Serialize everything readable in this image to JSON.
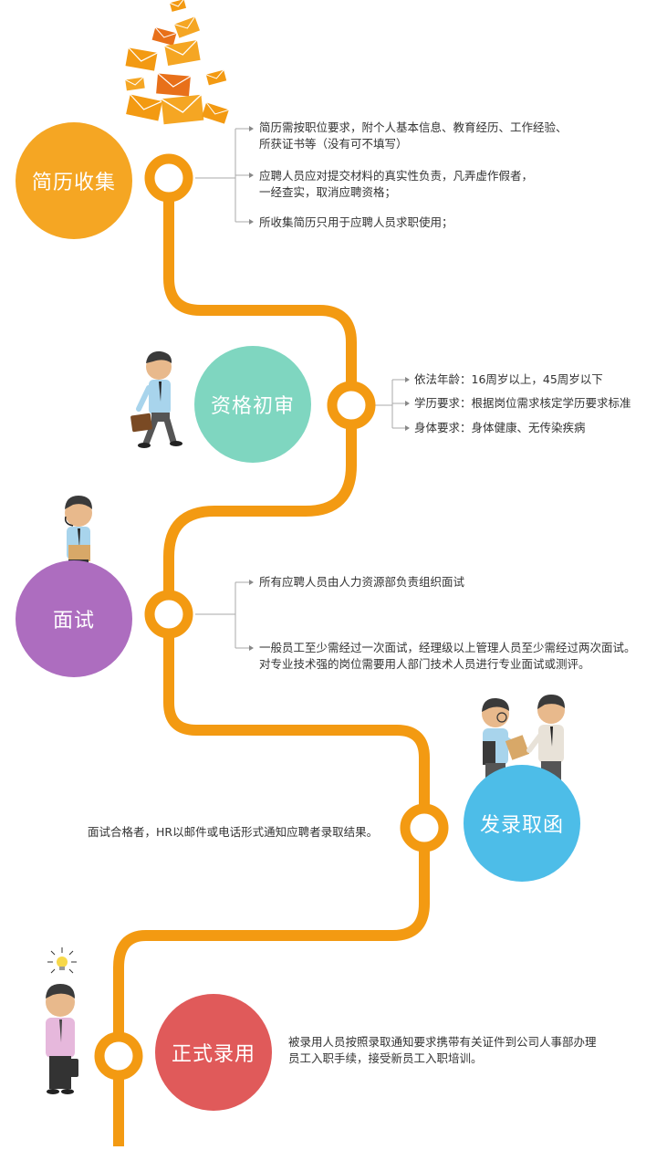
{
  "colors": {
    "path": "#f39a12",
    "step1": "#f5a623",
    "step2": "#7fd6c0",
    "step3": "#ad6dbf",
    "step4": "#4dbde8",
    "step5": "#e05a5a",
    "text": "#333333",
    "connector": "#aaaaaa"
  },
  "steps": [
    {
      "title": "简历收集",
      "items": [
        [
          "简历需按职位要求，附个人基本信息、教育经历、工作经验、",
          "所获证书等（没有可不填写）"
        ],
        [
          "应聘人员应对提交材料的真实性负责，凡弄虚作假者，",
          "一经查实，取消应聘资格；"
        ],
        [
          "所收集简历只用于应聘人员求职使用；"
        ]
      ]
    },
    {
      "title": "资格初审",
      "items": [
        [
          "依法年龄：16周岁以上，45周岁以下"
        ],
        [
          "学历要求：根据岗位需求核定学历要求标准"
        ],
        [
          "身体要求：身体健康、无传染疾病"
        ]
      ]
    },
    {
      "title": "面试",
      "items": [
        [
          "所有应聘人员由人力资源部负责组织面试"
        ],
        [
          "一般员工至少需经过一次面试，经理级以上管理人员至少需经过两次面试。",
          "对专业技术强的岗位需要用人部门技术人员进行专业面试或测评。"
        ]
      ]
    },
    {
      "title": "发录取函",
      "items": [
        [
          "面试合格者，HR以邮件或电话形式通知应聘者录取结果。"
        ]
      ]
    },
    {
      "title": "正式录用",
      "items": [
        [
          "被录用人员按照录取通知要求携带有关证件到公司人事部办理",
          "员工入职手续，接受新员工入职培训。"
        ]
      ]
    }
  ]
}
